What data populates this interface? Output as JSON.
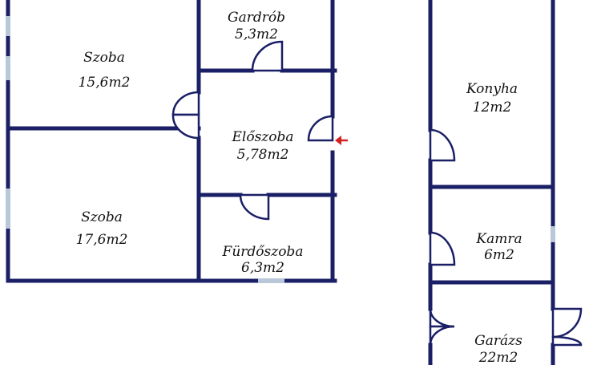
{
  "rooms": {
    "szoba_top": {
      "name": "Szoba",
      "area": "15,6m2"
    },
    "gardrob": {
      "name": "Gardrób",
      "area": "5,3m2"
    },
    "eloszoba": {
      "name": "Előszoba",
      "area": "5,78m2"
    },
    "szoba_bottom": {
      "name": "Szoba",
      "area": "17,6m2"
    },
    "furdoszoba": {
      "name": "Fürdőszoba",
      "area": "6,3m2"
    },
    "konyha": {
      "name": "Konyha",
      "area": "12m2"
    },
    "kamra": {
      "name": "Kamra",
      "area": "6m2"
    },
    "garazs": {
      "name": "Garázs",
      "area": "22m2"
    }
  },
  "colors": {
    "wall": "#1a1f66",
    "window": "#b8c8d8",
    "entrance_arrow": "#d42020"
  },
  "icons": {
    "entrance": "entrance-arrow-icon"
  }
}
